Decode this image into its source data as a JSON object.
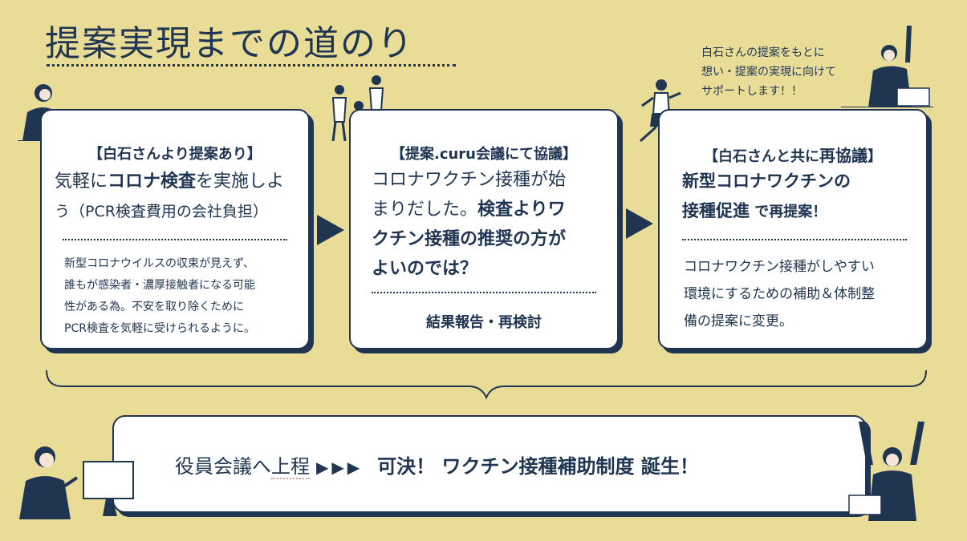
{
  "page": {
    "title": "提案実現までの道のり",
    "note": "白石さんの提案をもとに\n想い・提案の実現に向けて\nサポートします！！"
  },
  "cards": [
    {
      "title": "【白石さんより提案あり】",
      "lead_pre": "気軽に",
      "lead_b1": "コロナ検査",
      "lead_post": "を実施しよ",
      "lead_line2": "う（PCR検査費用の会社負担）",
      "body": "新型コロナウイルスの収束が見えず、\n誰もが感染者・濃厚接触者になる可能\n性がある為。不安を取り除くために\nPCR検査を気軽に受けられるように。"
    },
    {
      "title": "【提案.curu会議にて協議】",
      "lead_line1": "コロナワクチン接種が始",
      "lead_line2_pre": "まりだした。",
      "lead_line2_b": "検査よりワ",
      "lead_line3": "クチン接種の推奨の方が",
      "lead_line4": "よいのでは？",
      "footer": "結果報告・再検討"
    },
    {
      "title_pre": "【白石さんと共に",
      "title_b": "再協議",
      "title_post": "】",
      "lead_line1": "新型コロナワクチンの",
      "lead_line2_b": "接種促進",
      "lead_line2_post": " で再提案！",
      "body": "コロナワクチン接種がしやすい\n環境にするための補助＆体制整\n備の提案に変更。"
    }
  ],
  "bottom": {
    "pre": "役員会議へ",
    "underlined": "上程",
    "arrows": "▶▶▶",
    "result": "可決！ ワクチン接種補助制度 誕生！"
  },
  "colors": {
    "background": "#e9dc97",
    "navy": "#1f3552",
    "card": "#ffffff"
  }
}
